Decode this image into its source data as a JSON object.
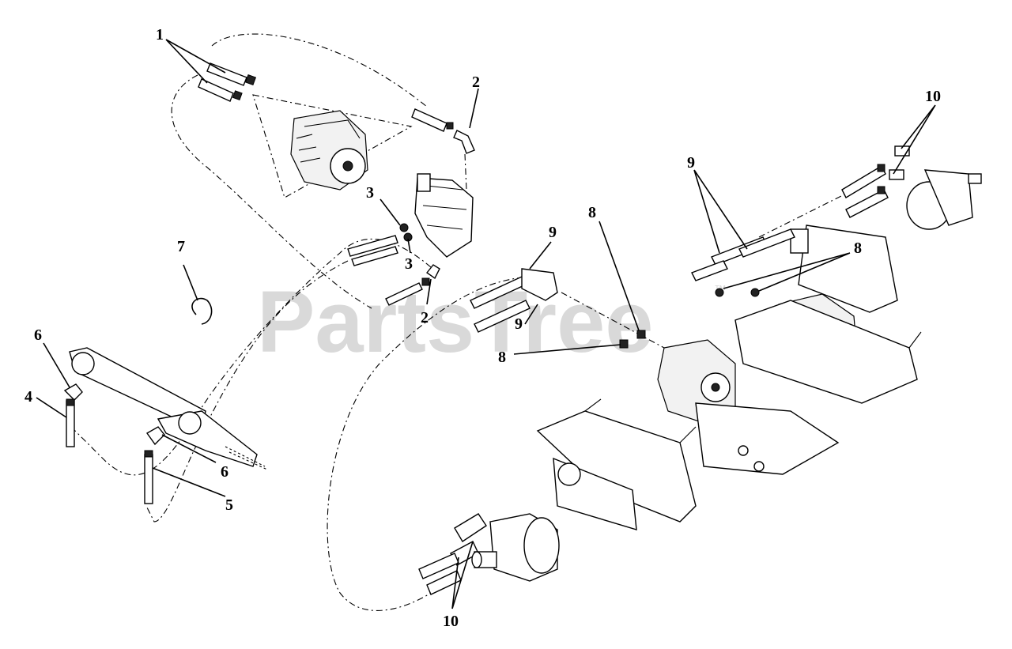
{
  "watermark": {
    "text": "PartsTree",
    "mark": "™"
  },
  "callouts": [
    "1",
    "2",
    "3",
    "3",
    "2",
    "7",
    "6",
    "4",
    "6",
    "5",
    "9",
    "9",
    "8",
    "8",
    "9",
    "8",
    "10",
    "10"
  ]
}
